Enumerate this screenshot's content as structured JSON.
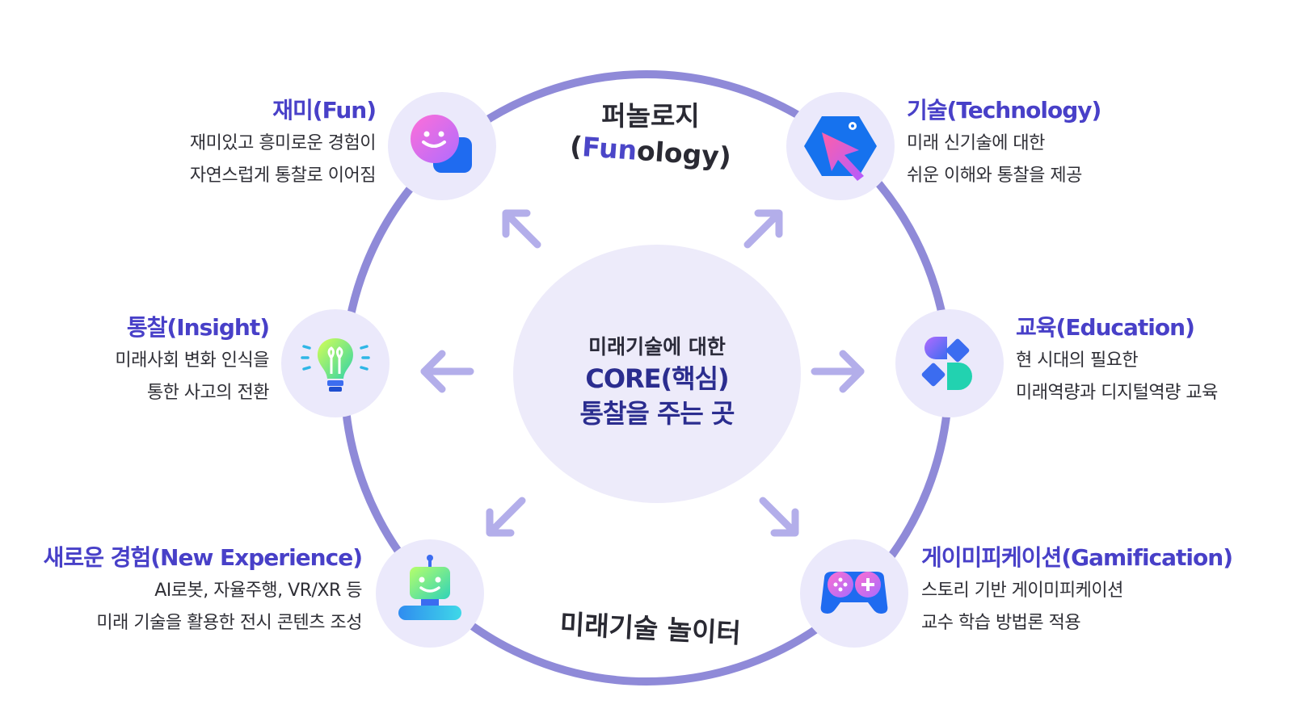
{
  "center": {
    "line1": "미래기술에 대한",
    "line2": "CORE(핵심)",
    "line3": "통찰을 주는 곳"
  },
  "arc_top": {
    "title": "퍼놀로지",
    "sub_open": "(",
    "sub_highlight": "Fun",
    "sub_rest": "ology)"
  },
  "arc_bottom": "미래기술 놀이터",
  "items": {
    "fun": {
      "title": "재미(Fun)",
      "lines": [
        "재미있고 흥미로운 경험이",
        "자연스럽게 통찰로 이어짐"
      ],
      "icon": "smiley-chat-icon"
    },
    "tech": {
      "title": "기술(Technology)",
      "lines": [
        "미래 신기술에 대한",
        "쉬운 이해와 통찰을 제공"
      ],
      "icon": "cursor-hexagon-icon"
    },
    "insight": {
      "title": "통찰(Insight)",
      "lines": [
        "미래사회 변화 인식을",
        "통한 사고의 전환"
      ],
      "icon": "lightbulb-icon"
    },
    "education": {
      "title": "교육(Education)",
      "lines": [
        "현 시대의 필요한",
        "미래역량과 디지털역량 교육"
      ],
      "icon": "shapes-icon"
    },
    "experience": {
      "title": "새로운 경험(New Experience)",
      "lines": [
        "AI로봇, 자율주행, VR/XR 등",
        "미래 기술을 활용한 전시 콘텐츠 조성"
      ],
      "icon": "robot-icon"
    },
    "gamification": {
      "title": "게이미피케이션(Gamification)",
      "lines": [
        "스토리 기반 게이미피케이션",
        "교수 학습 방법론 적용"
      ],
      "icon": "gamepad-icon"
    }
  },
  "colors": {
    "ring": "#8f8ad8",
    "node_bg": "#ebe9fb",
    "center_bg": "#edebfa",
    "arrow": "#b3aeea",
    "title": "#4840c8",
    "center_text": "#2b2d8f"
  }
}
